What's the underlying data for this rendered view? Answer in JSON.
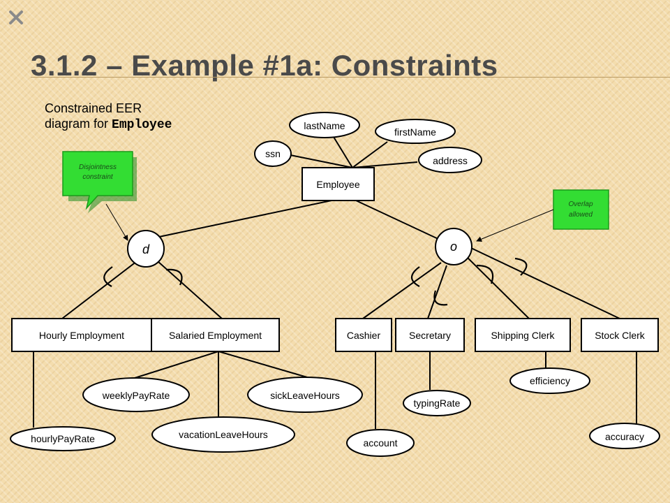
{
  "slide": {
    "title": "3.1.2 – Example #1a: Constraints",
    "subtitle_line1": "Constrained EER",
    "subtitle_line2_prefix": "diagram for ",
    "subtitle_entity": "Employee"
  },
  "diagram": {
    "entities": {
      "employee": "Employee",
      "hourly": "Hourly Employment",
      "salaried": "Salaried Employment",
      "cashier": "Cashier",
      "secretary": "Secretary",
      "shipping": "Shipping Clerk",
      "stock": "Stock Clerk"
    },
    "attributes": {
      "ssn": "ssn",
      "lastName": "lastName",
      "firstName": "firstName",
      "address": "address",
      "hourlyPayRate": "hourlyPayRate",
      "weeklyPayRate": "weeklyPayRate",
      "vacationLeaveHours": "vacationLeaveHours",
      "sickLeaveHours": "sickLeaveHours",
      "account": "account",
      "typingRate": "typingRate",
      "efficiency": "efficiency",
      "accuracy": "accuracy"
    },
    "constraints": {
      "disjoint": "d",
      "overlap": "o"
    },
    "callouts": {
      "disjointness_line1": "Disjointness",
      "disjointness_line2": "constraint",
      "overlap_line1": "Overlap",
      "overlap_line2": "allowed"
    }
  },
  "colors": {
    "callout": "#33dd33",
    "title": "#4a4a4a"
  }
}
